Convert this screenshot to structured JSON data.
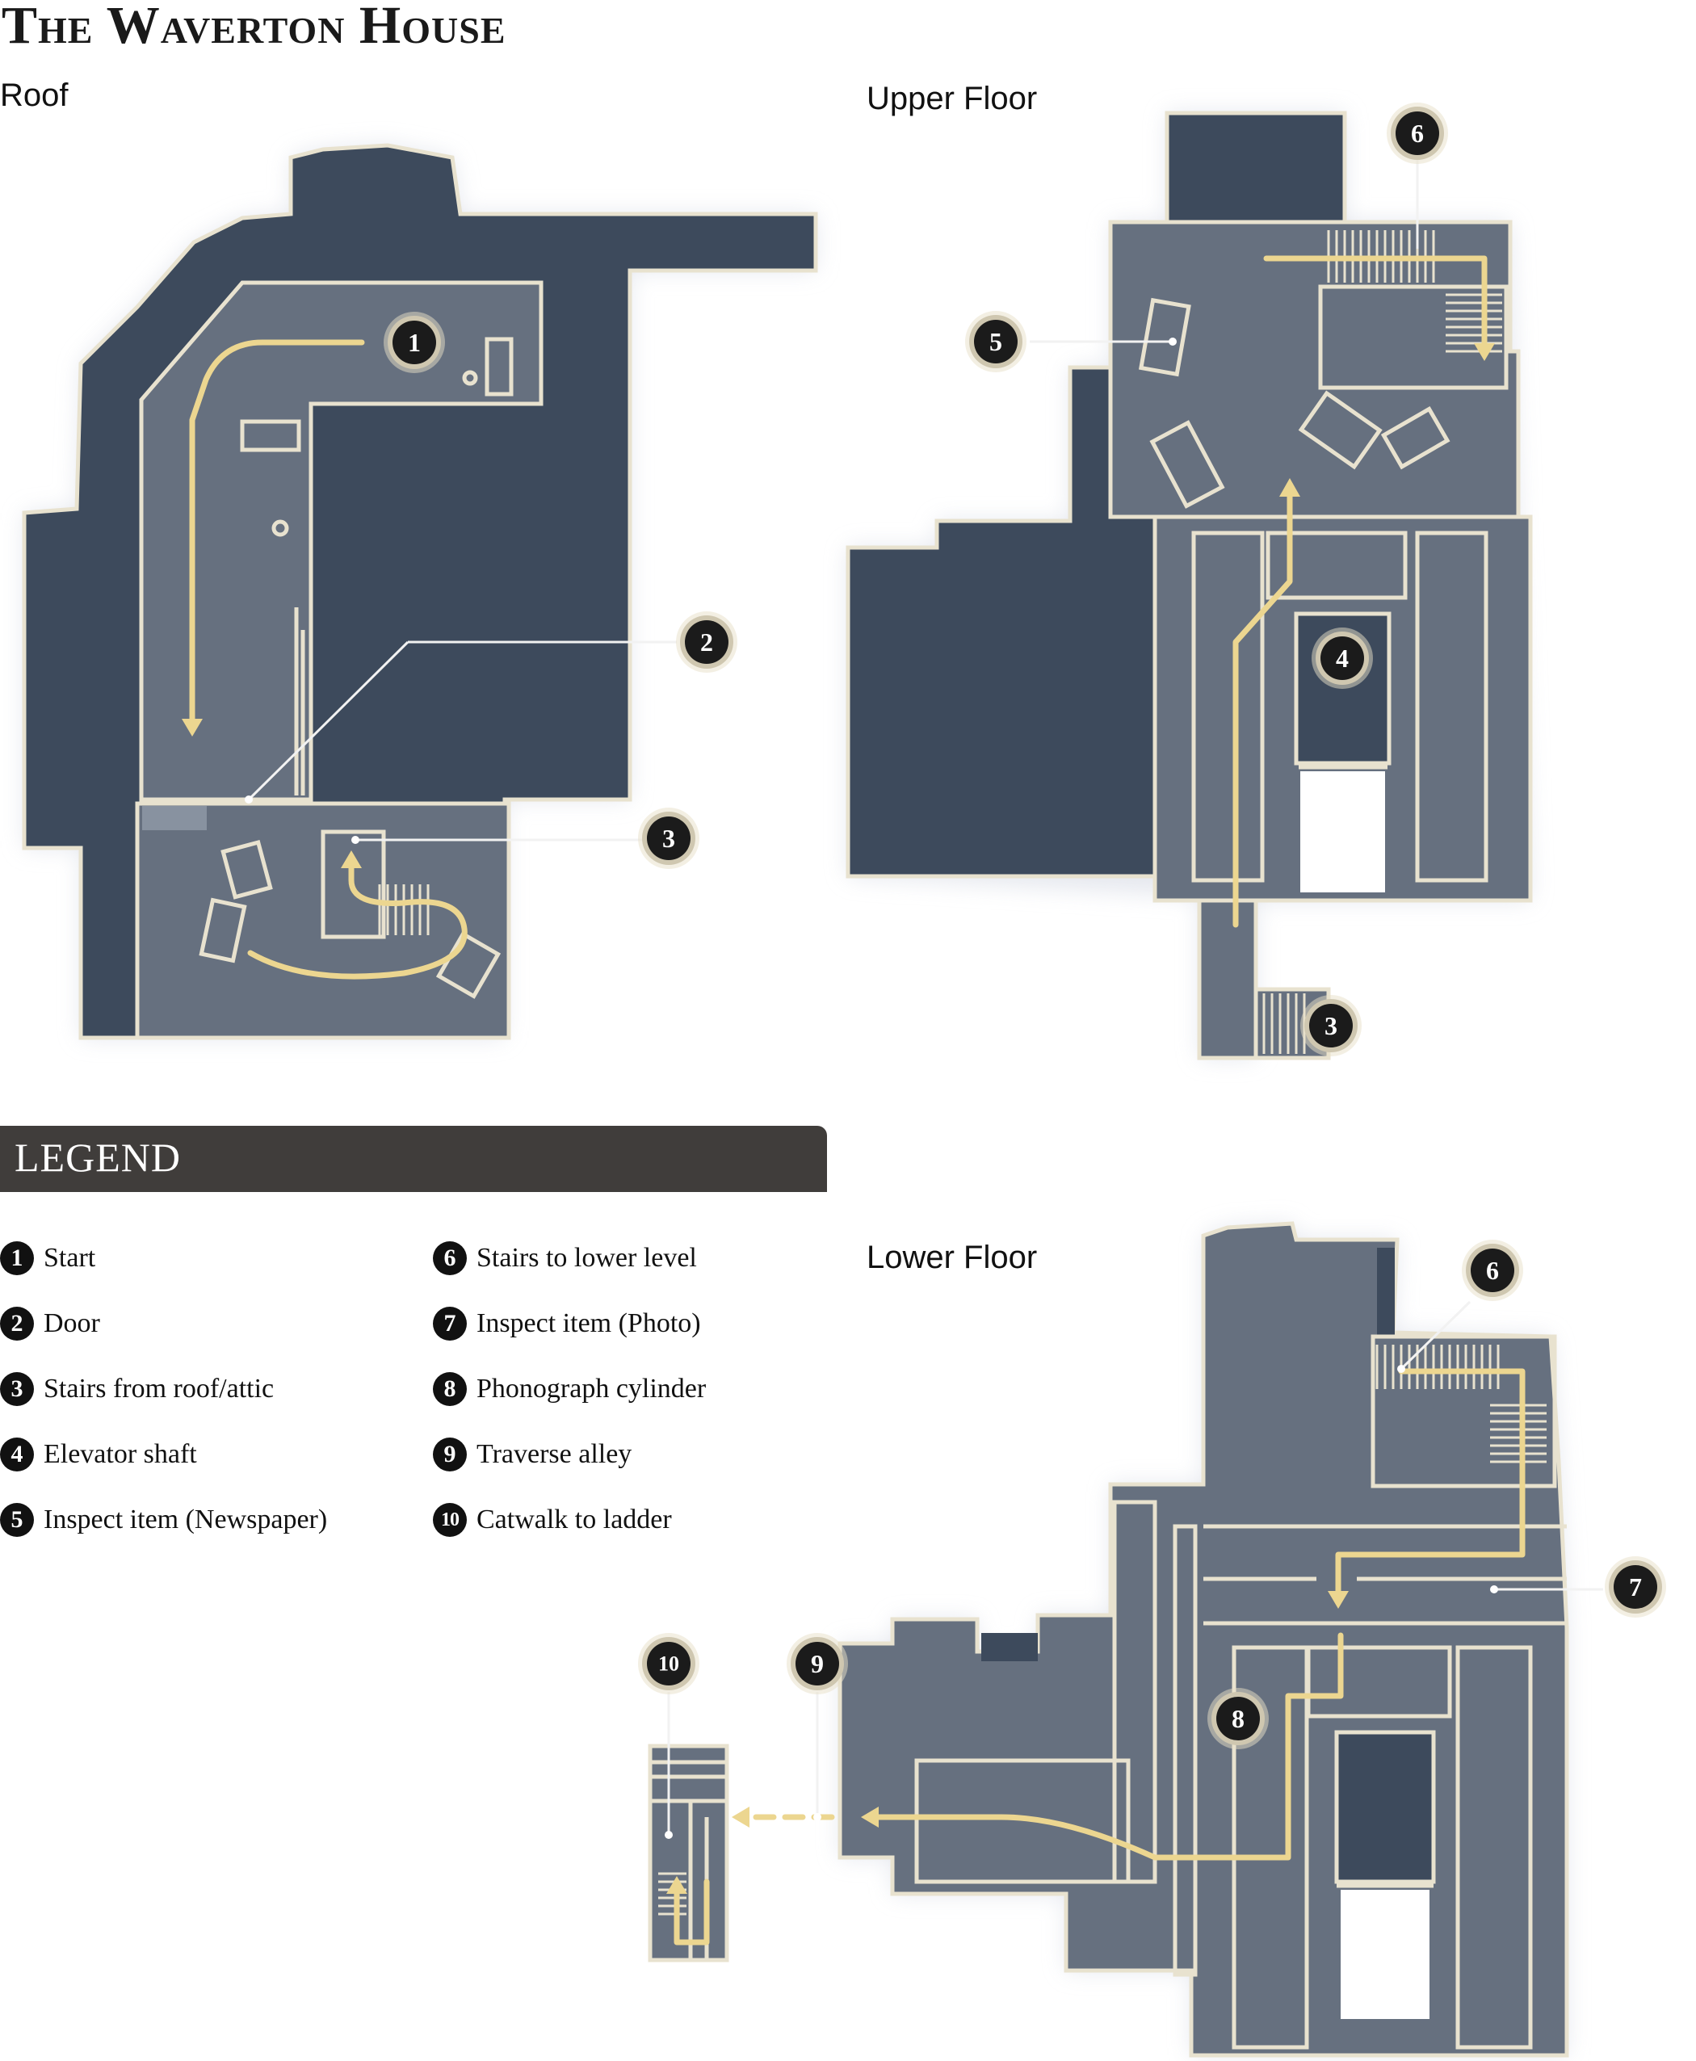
{
  "title": "The Waverton House",
  "floors": {
    "roof": "Roof",
    "upper": "Upper Floor",
    "lower": "Lower Floor"
  },
  "legend": {
    "heading": "LEGEND",
    "items": [
      {
        "num": "1",
        "label": "Start"
      },
      {
        "num": "2",
        "label": "Door"
      },
      {
        "num": "3",
        "label": "Stairs from roof/attic"
      },
      {
        "num": "4",
        "label": "Elevator shaft"
      },
      {
        "num": "5",
        "label": "Inspect item (Newspaper)"
      },
      {
        "num": "6",
        "label": "Stairs to lower level"
      },
      {
        "num": "7",
        "label": "Inspect item (Photo)"
      },
      {
        "num": "8",
        "label": "Phonograph cylinder"
      },
      {
        "num": "9",
        "label": "Traverse alley"
      },
      {
        "num": "10",
        "label": "Catwalk to ladder"
      }
    ]
  },
  "markers": {
    "roof": [
      "1",
      "2",
      "3"
    ],
    "upper": [
      "3",
      "4",
      "5",
      "6"
    ],
    "lower": [
      "6",
      "7",
      "8",
      "9",
      "10"
    ]
  },
  "colors": {
    "floor": "#66707f",
    "dark_area": "#3d4a5c",
    "wall": "#e8e2cf",
    "route": "#ecd690",
    "marker": "#1b1b1b",
    "legend_bar": "#403d3b"
  }
}
